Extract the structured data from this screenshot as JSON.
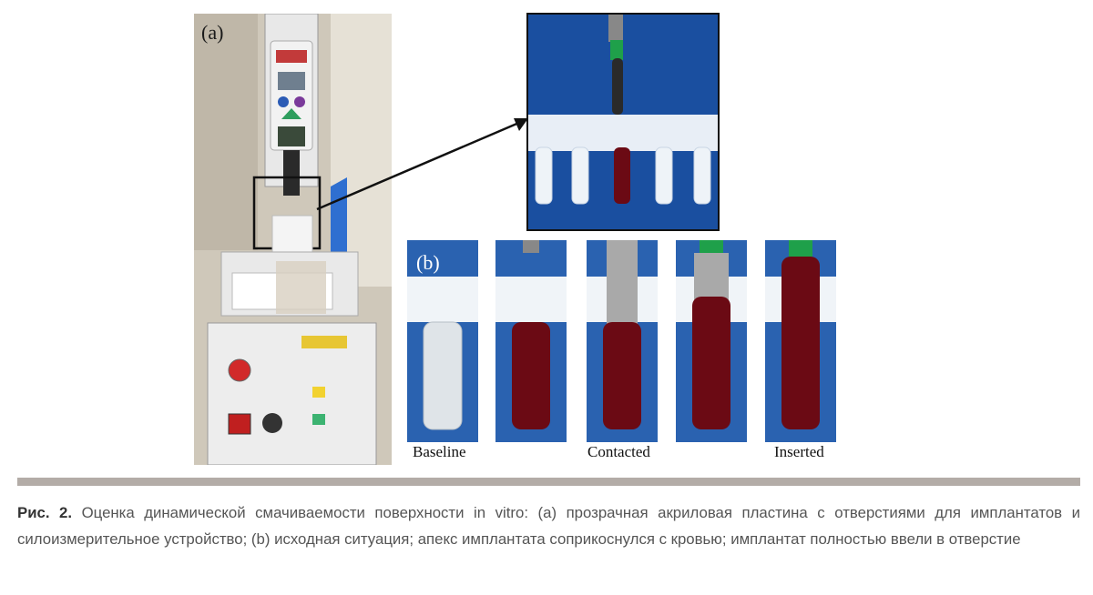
{
  "figure": {
    "panel_a_label": "(a)",
    "panel_b_label": "(b)",
    "vial_captions": [
      "Baseline",
      "Contacted",
      "Inserted"
    ]
  },
  "caption": {
    "label": "Рис. 2.",
    "text": " Оценка динамической смачиваемости поверхности in vitro: (a) прозрачная акриловая пластина с отверстиями для имплантатов и силоизмерительное устройство; (b) исходная ситуация; апекс имплантата соприкоснулся с кровью; имплантат полностью ввели в отверстие"
  },
  "colors": {
    "divider": "#b3aca7",
    "caption_text": "#555555",
    "backdrop_blue": "#1a4fa0",
    "blood_red": "#7a0e18"
  }
}
